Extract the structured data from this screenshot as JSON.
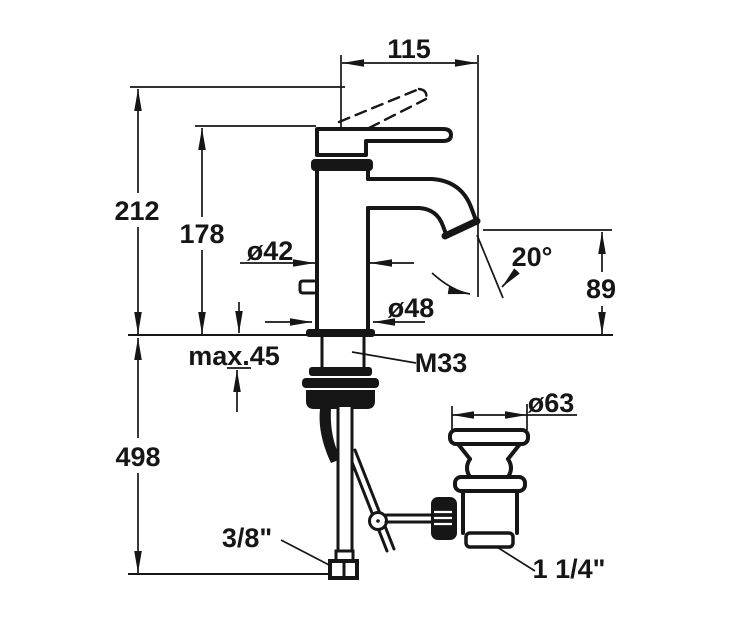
{
  "drawing": {
    "background": "#ffffff",
    "line_color": "#161616",
    "labels": {
      "spout_reach": "115",
      "overall_height": "212",
      "body_height": "178",
      "body_diameter": "ø42",
      "base_diameter": "ø48",
      "spout_angle": "20°",
      "outlet_height": "89",
      "max_deck_thickness": "max.45",
      "thread_size": "M33",
      "hose_length": "498",
      "drain_flange_diameter": "ø63",
      "supply_connection": "3/8\"",
      "drain_connection": "1 1/4\""
    }
  }
}
